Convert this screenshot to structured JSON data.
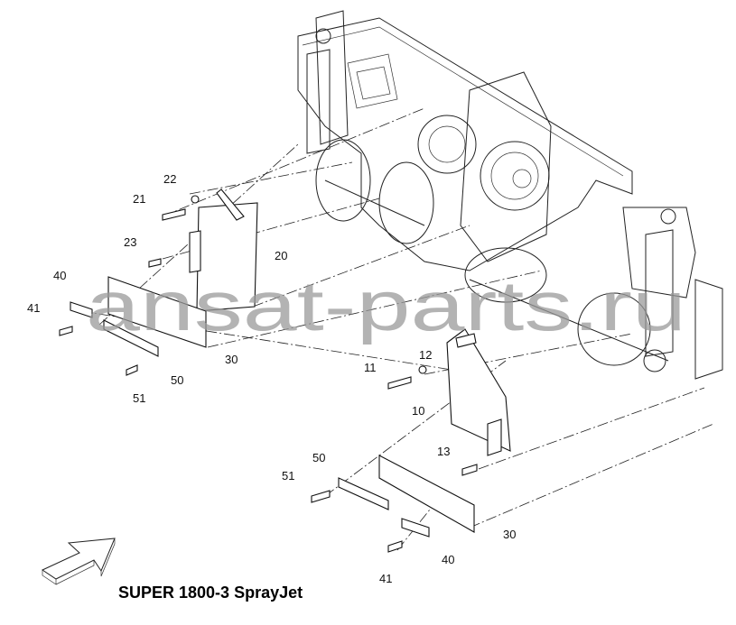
{
  "title": "SUPER 1800-3 SprayJet",
  "watermark": "ansat-parts.ru",
  "callouts": [
    "22",
    "21",
    "23",
    "20",
    "40",
    "41",
    "30",
    "50",
    "51",
    "12",
    "11",
    "10",
    "13",
    "50",
    "51",
    "30",
    "40",
    "41"
  ]
}
